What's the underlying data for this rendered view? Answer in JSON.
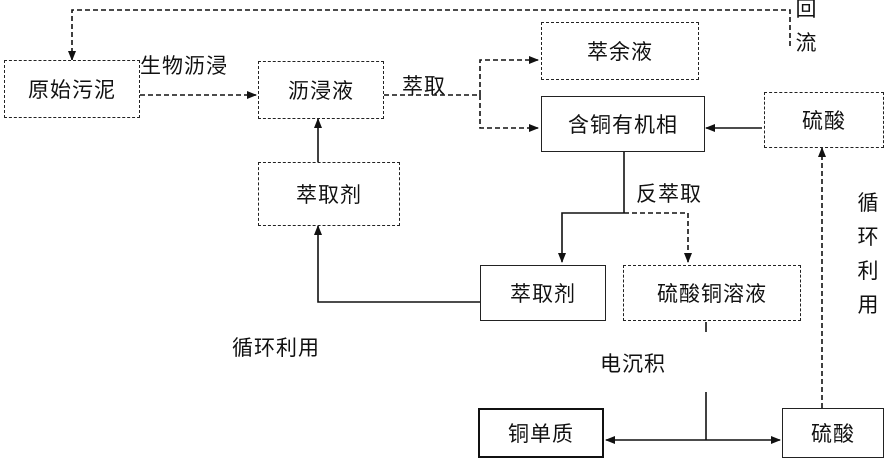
{
  "nodes": {
    "raw_sludge": "原始污泥",
    "leachate": "沥浸液",
    "raffinate": "萃余液",
    "copper_organic": "含铜有机相",
    "sulfuric_top": "硫酸",
    "extractant_left": "萃取剂",
    "extractant_right": "萃取剂",
    "copper_sulfate": "硫酸铜溶液",
    "copper": "铜单质",
    "sulfuric_bottom": "硫酸"
  },
  "labels": {
    "bioleach": "生物沥浸",
    "extraction": "萃取",
    "back_extraction": "反萃取",
    "recycle_left": "循环利用",
    "recycle_right": "循环利用",
    "reflux": "回流",
    "electrowinning": "电沉积"
  }
}
